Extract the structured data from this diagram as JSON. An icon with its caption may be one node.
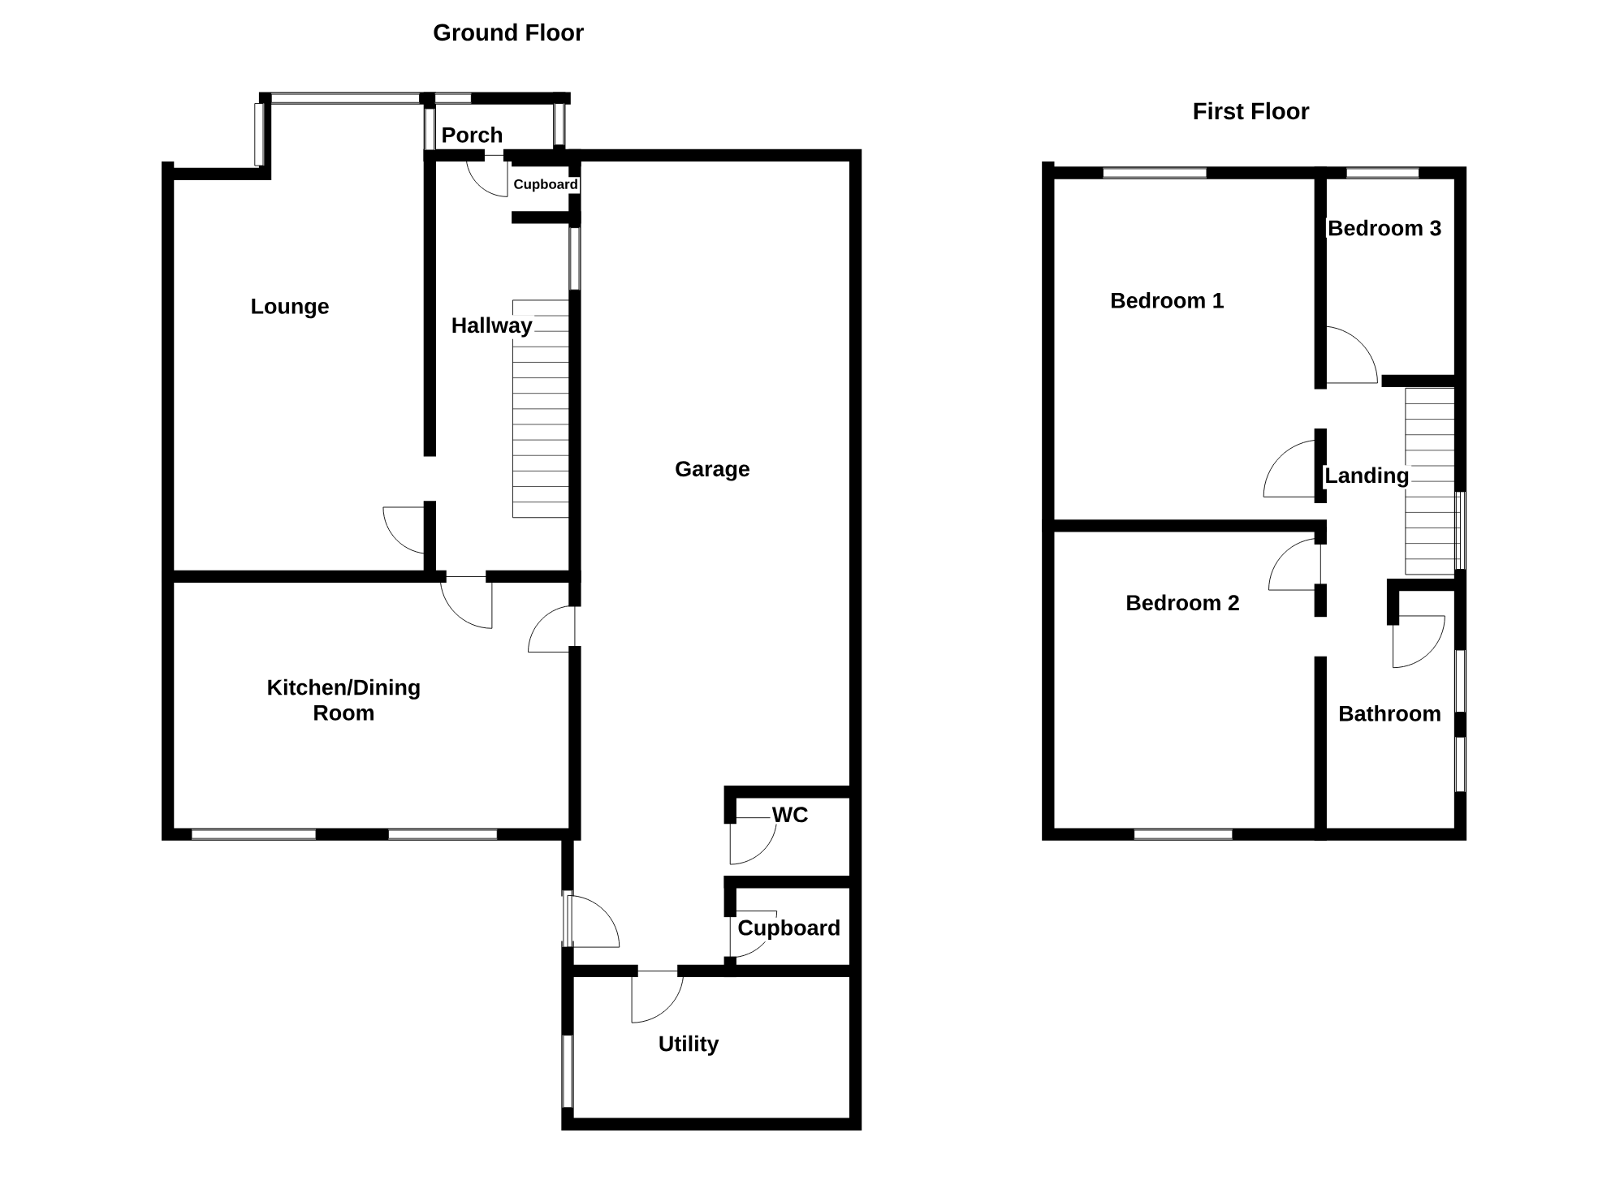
{
  "diagram": {
    "labels": [
      "Ground Floor",
      "Porch",
      "Cupboard",
      "Lounge",
      "Hallway",
      "Garage",
      "Kitchen/Dining Room",
      "WC",
      "Cupboard",
      "Utility",
      "First Floor",
      "Bedroom 1",
      "Bedroom 3",
      "Landing",
      "Bedroom 2",
      "Bathroom"
    ]
  }
}
